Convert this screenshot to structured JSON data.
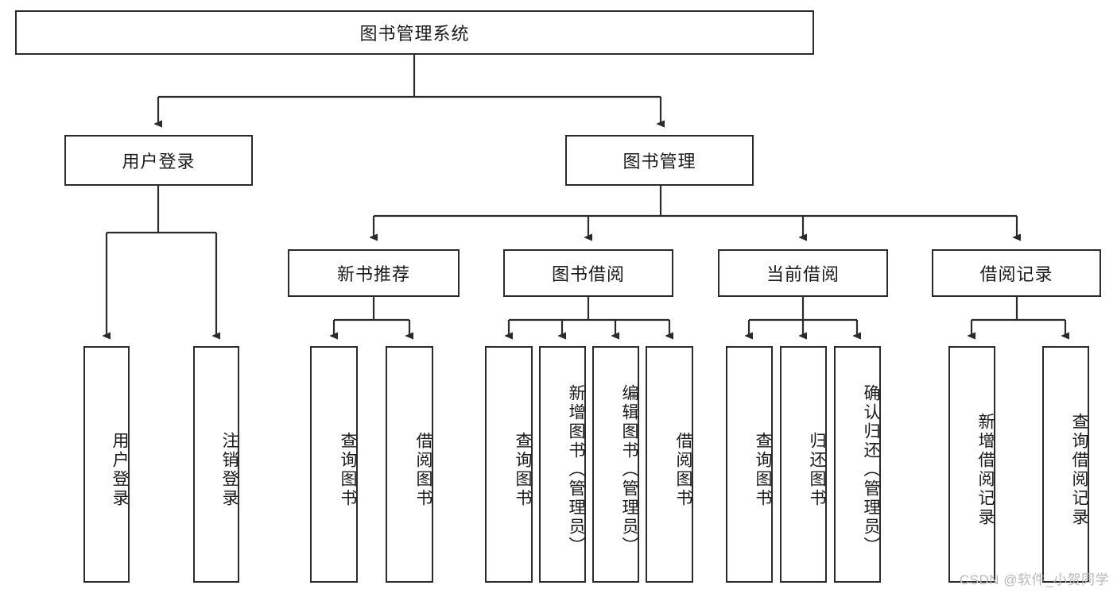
{
  "diagram": {
    "title": "图书管理系统",
    "type": "tree-hierarchy-diagram",
    "colors": {
      "box_border": "#2b2b2b",
      "box_fill": "#ffffff",
      "connector": "#2b2b2b",
      "text": "#1a1a1a",
      "watermark": "#b9b9b9"
    },
    "root": {
      "label": "图书管理系统"
    },
    "level2": [
      {
        "label": "用户登录"
      },
      {
        "label": "图书管理"
      }
    ],
    "level3": [
      {
        "label": "新书推荐"
      },
      {
        "label": "图书借阅"
      },
      {
        "label": "当前借阅"
      },
      {
        "label": "借阅记录"
      }
    ],
    "leaves": {
      "user_login": [
        {
          "label": "用户登录"
        },
        {
          "label": "注销登录"
        }
      ],
      "new_book_recommend": [
        {
          "label": "查询图书"
        },
        {
          "label": "借阅图书"
        }
      ],
      "book_borrow": [
        {
          "label": "查询图书"
        },
        {
          "label": "新增图书（管理员）"
        },
        {
          "label": "编辑图书（管理员）"
        },
        {
          "label": "借阅图书"
        }
      ],
      "current_borrow": [
        {
          "label": "查询图书"
        },
        {
          "label": "归还图书"
        },
        {
          "label": "确认归还（管理员）"
        }
      ],
      "borrow_record": [
        {
          "label": "新增借阅记录"
        },
        {
          "label": "查询借阅记录"
        }
      ]
    }
  },
  "watermark": {
    "text": "CSDN @软件_小贺同学"
  }
}
